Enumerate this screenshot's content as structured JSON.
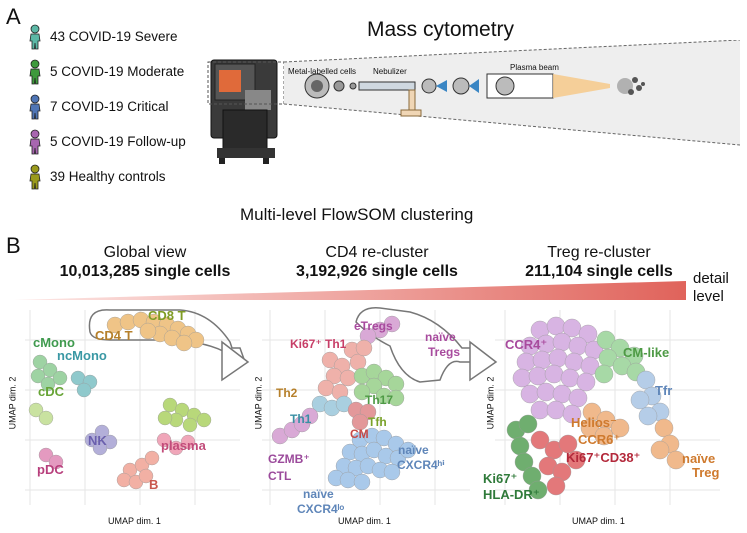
{
  "panels": {
    "a": "A",
    "b": "B"
  },
  "cohorts": [
    {
      "label": "43 COVID-19 Severe",
      "color": "#5cb8a6"
    },
    {
      "label": "5 COVID-19 Moderate",
      "color": "#3e9a3c"
    },
    {
      "label": "7 COVID-19 Critical",
      "color": "#4f75b5"
    },
    {
      "label": "5 COVID-19 Follow-up",
      "color": "#a866b0"
    },
    {
      "label": "39 Healthy controls",
      "color": "#9a9a1c"
    }
  ],
  "mass_cytometry": {
    "title": "Mass cytometry",
    "labels": {
      "cells": "Metal-labelled cells",
      "nebulizer": "Nebulizer",
      "plasma": "Plasma beam"
    }
  },
  "clustering_title": "Multi-level FlowSOM clustering",
  "views": [
    {
      "title": "Global view",
      "cells": "10,013,285 single cells"
    },
    {
      "title": "CD4 re-cluster",
      "cells": "3,192,926 single cells"
    },
    {
      "title": "Treg re-cluster",
      "cells": "211,104 single cells"
    }
  ],
  "detail_level": {
    "line1": "detail",
    "line2": "level"
  },
  "axes": {
    "x": "UMAP dim. 1",
    "y": "UMAP dim. 2"
  },
  "colors": {
    "ramp_start": "#fde8e6",
    "ramp_end": "#e0635b",
    "cd4": "#e8b87a",
    "cd8": "#b8d87a",
    "mono": "#9ed3a3",
    "ncmono": "#8fc9cc",
    "cdc": "#c9e2a0",
    "nk": "#b3afd9",
    "pdc": "#e49ac0",
    "b": "#f2b0a4",
    "plasma": "#f0a6b9",
    "th_pink": "#efb1aa",
    "th_green": "#a6d69a",
    "th_blue": "#a9cfe0",
    "gzmb": "#d9a9d6",
    "cm": "#e3989a",
    "naive_blue": "#a9c9ea",
    "treg_violet": "#d8b4e3",
    "treg_green": "#a7d9a6",
    "treg_blue": "#b5cde8",
    "treg_orange": "#f0b98c",
    "treg_red": "#e3787a",
    "treg_darkgreen": "#6fae6f"
  },
  "global_labels": [
    {
      "text": "CD4 T",
      "color": "#b6802b"
    },
    {
      "text": "cMono",
      "color": "#3f9a4e"
    },
    {
      "text": "ncMono",
      "color": "#3a98a4"
    },
    {
      "text": "cDC",
      "color": "#67a436"
    },
    {
      "text": "CD8 T",
      "color": "#7f9c24"
    },
    {
      "text": "NK",
      "color": "#6a5fae"
    },
    {
      "text": "plasma",
      "color": "#c24c7a"
    },
    {
      "text": "pDC",
      "color": "#b73f7c"
    },
    {
      "text": "B",
      "color": "#c9584e"
    }
  ],
  "cd4_labels": [
    {
      "text": "eTregs",
      "color": "#a84b9e"
    },
    {
      "text": "Ki67⁺ Th1",
      "color": "#c73e67"
    },
    {
      "text": "naïve",
      "color": "#a84b9e"
    },
    {
      "text": "Tregs",
      "color": "#a84b9e"
    },
    {
      "text": "Th17",
      "color": "#4e9a45"
    },
    {
      "text": "Tfh",
      "color": "#7aa22a"
    },
    {
      "text": "Th2",
      "color": "#b6802b"
    },
    {
      "text": "Th1",
      "color": "#3a8fa4"
    },
    {
      "text": "CM",
      "color": "#c74a48"
    },
    {
      "text": "GZMB⁺",
      "color": "#9b4a9b"
    },
    {
      "text": "CTL",
      "color": "#9b4a9b"
    },
    {
      "text": "naïve",
      "color": "#5f86b9"
    },
    {
      "text": "CXCR4ʰⁱ",
      "color": "#5f86b9"
    },
    {
      "text": "naïve",
      "color": "#5f86b9"
    },
    {
      "text": "CXCR4ˡᵒ",
      "color": "#5f86b9"
    }
  ],
  "treg_labels": [
    {
      "text": "CCR4⁺",
      "color": "#a84b9e"
    },
    {
      "text": "CM-like",
      "color": "#4e9a45"
    },
    {
      "text": "Tfr",
      "color": "#5f86b9"
    },
    {
      "text": "Helios⁻",
      "color": "#cf7a2e"
    },
    {
      "text": "CCR6⁺",
      "color": "#cf7a2e"
    },
    {
      "text": "naïve",
      "color": "#cf7a2e"
    },
    {
      "text": "Treg",
      "color": "#cf7a2e"
    },
    {
      "text": "Ki67⁺CD38⁺",
      "color": "#b3283a"
    },
    {
      "text": "Ki67⁺",
      "color": "#2f7a3a"
    },
    {
      "text": "HLA-DR⁺",
      "color": "#2f7a3a"
    }
  ]
}
